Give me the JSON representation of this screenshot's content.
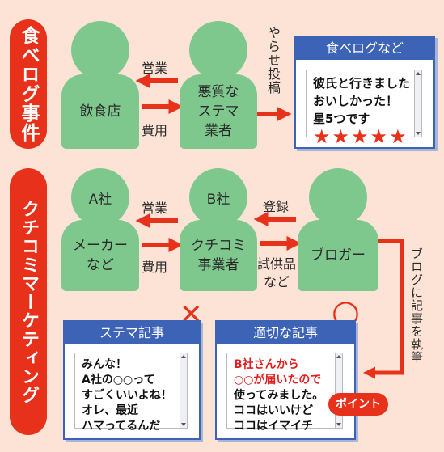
{
  "section1": {
    "label": "食べログ事件",
    "restaurant": "飲食店",
    "agency": "悪質な\nステマ\n業者",
    "arrow_top": "営業",
    "arrow_bottom": "費用",
    "action": "やらせ投稿",
    "window": {
      "title": "食べログなど",
      "line1": "彼氏と行きました",
      "line2": "おいしかった！",
      "line3": "星5つです",
      "stars": "★★★★★"
    }
  },
  "section2": {
    "label": "クチコミマーケティング",
    "maker_head": "A社",
    "maker_body": "メーカー\nなど",
    "company_head": "B社",
    "company_body": "クチコミ\n事業者",
    "blogger": "ブロガー",
    "arrow_top": "営業",
    "arrow_bottom": "費用",
    "register": "登録",
    "samples": "試供品\nなど",
    "write": "ブログに記事を執筆",
    "bad_mark": "✕",
    "good_mark": "○",
    "bad_window": {
      "title": "ステマ記事",
      "text": "みんな！\nA社の○○って\nすごくいいよね！\nオレ、最近\nハマってるんだ"
    },
    "good_window": {
      "title": "適切な記事",
      "red1": "B社さんから",
      "red2": "○○が届いたので",
      "rest": "使ってみました。\nココはいいけど\nココはイマイチ",
      "badge": "ポイント"
    }
  },
  "colors": {
    "background": "#fce3d6",
    "accent_red": "#e8311a",
    "person_green": "#7ec88d",
    "window_blue": "#3c63b5"
  }
}
